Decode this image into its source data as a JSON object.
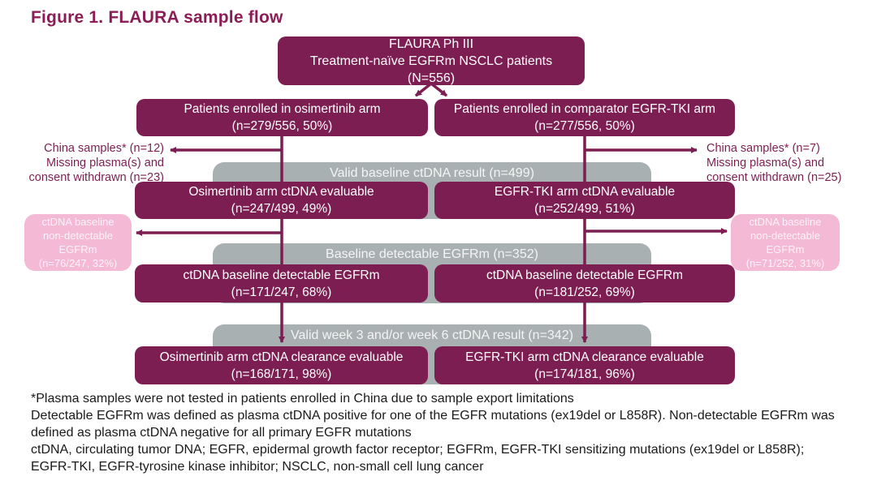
{
  "title": "Figure 1. FLAURA sample flow",
  "colors": {
    "box_magenta": "#7d1e52",
    "pink_box": "#f4b9d4",
    "gray_band": "#a9b0b2",
    "title_text": "#8b1c56",
    "box_text": "#ffffff",
    "footnote_text": "#1a1a1a"
  },
  "flow": {
    "root": {
      "l1": "FLAURA Ph III",
      "l2": "Treatment-naïve EGFRm NSCLC patients",
      "l3": "(N=556)"
    },
    "enrolled_left": {
      "l1": "Patients enrolled in osimertinib arm",
      "l2": "(n=279/556, 50%)"
    },
    "enrolled_right": {
      "l1": "Patients enrolled in comparator EGFR-TKI arm",
      "l2": "(n=277/556, 50%)"
    },
    "excluded_left": {
      "l1": "China samples* (n=12)",
      "l2": "Missing plasma(s) and",
      "l3": "consent withdrawn (n=23)"
    },
    "excluded_right": {
      "l1": "China samples* (n=7)",
      "l2": "Missing plasma(s) and",
      "l3": "consent withdrawn (n=25)"
    },
    "band_baseline": "Valid baseline ctDNA result (n=499)",
    "evaluable_left": {
      "l1": "Osimertinib arm ctDNA evaluable",
      "l2": "(n=247/499, 49%)"
    },
    "evaluable_right": {
      "l1": "EGFR-TKI arm ctDNA evaluable",
      "l2": "(n=252/499, 51%)"
    },
    "nondetect_left": {
      "l1": "ctDNA baseline",
      "l2": "non-detectable",
      "l3": "EGFRm",
      "l4": "(n=76/247, 32%)"
    },
    "nondetect_right": {
      "l1": "ctDNA baseline",
      "l2": "non-detectable",
      "l3": "EGFRm",
      "l4": "(n=71/252, 31%)"
    },
    "band_detectable": "Baseline detectable EGFRm (n=352)",
    "detectable_left": {
      "l1": "ctDNA baseline detectable EGFRm",
      "l2": "(n=171/247, 68%)"
    },
    "detectable_right": {
      "l1": "ctDNA baseline detectable EGFRm",
      "l2": "(n=181/252, 69%)"
    },
    "band_week": "Valid week 3 and/or week 6 ctDNA result (n=342)",
    "clearance_left": {
      "l1": "Osimertinib arm ctDNA clearance evaluable",
      "l2": "(n=168/171, 98%)"
    },
    "clearance_right": {
      "l1": "EGFR-TKI arm ctDNA clearance evaluable",
      "l2": "(n=174/181, 96%)"
    }
  },
  "footnotes": {
    "f1": "*Plasma samples were not tested in patients enrolled in China due to sample export limitations",
    "f2": "Detectable EGFRm was defined as plasma ctDNA positive for one of the EGFR mutations (ex19del or L858R). Non-detectable EGFRm was defined as plasma ctDNA negative for all primary EGFR mutations",
    "f3": "ctDNA, circulating tumor DNA; EGFR, epidermal growth factor receptor; EGFRm, EGFR-TKI sensitizing mutations (ex19del or L858R); EGFR-TKI, EGFR-tyrosine kinase inhibitor; NSCLC, non-small cell lung cancer"
  }
}
